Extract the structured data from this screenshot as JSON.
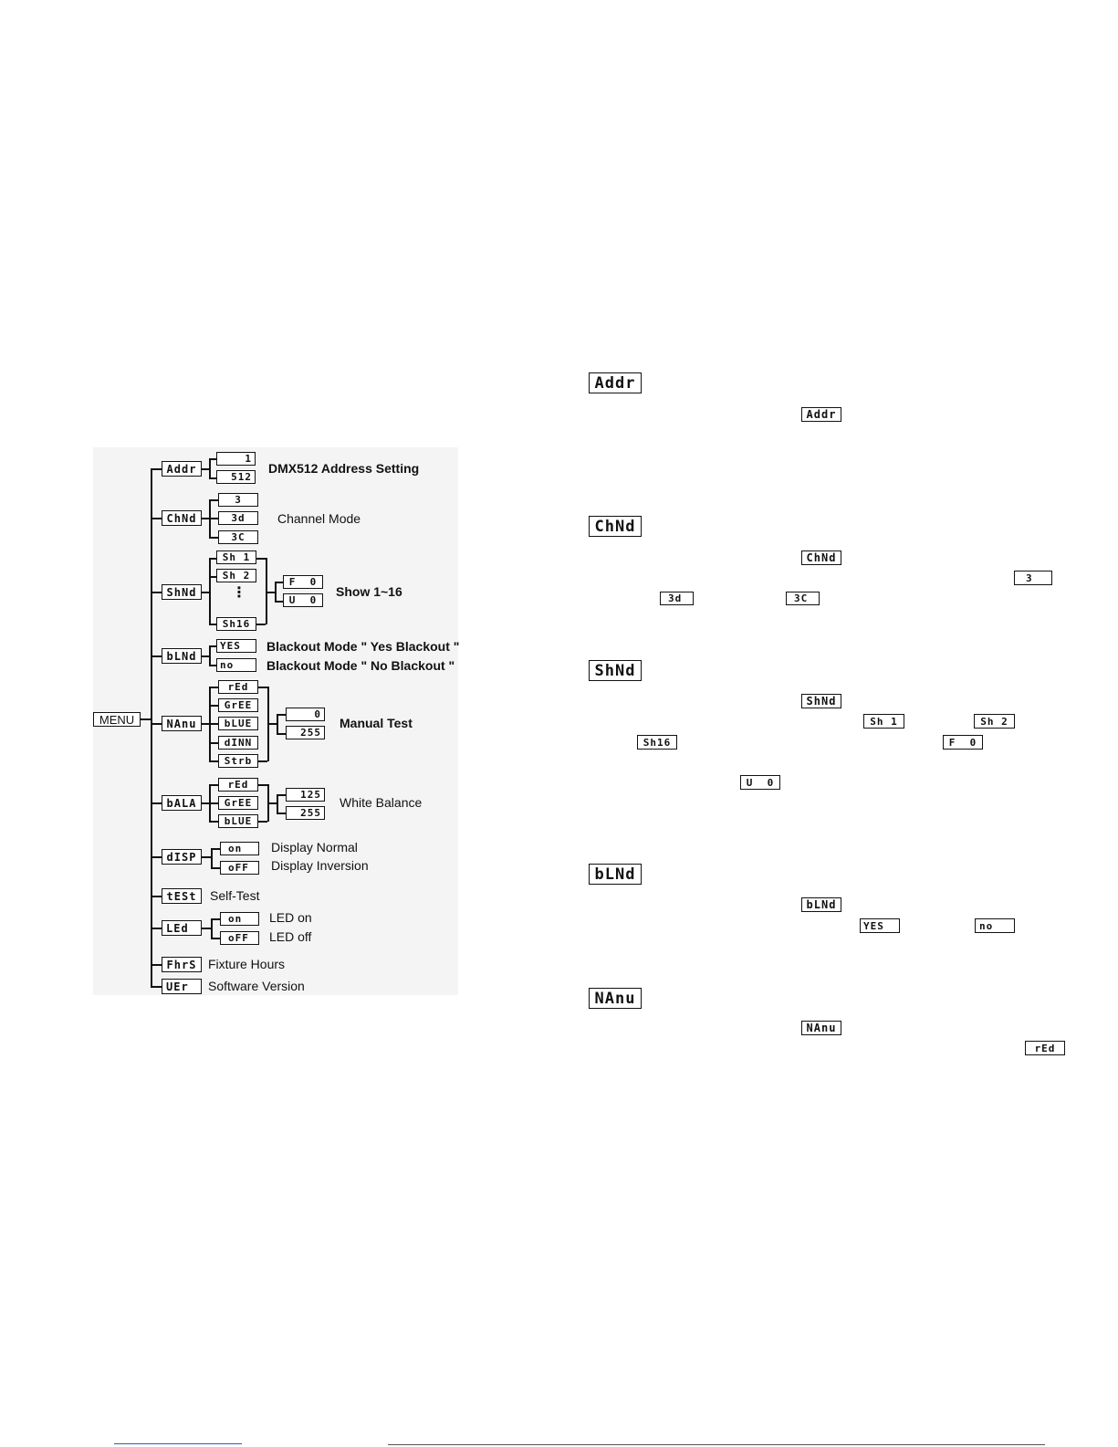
{
  "menu": {
    "label": "MENU"
  },
  "tree": [
    {
      "lcd": "Addr",
      "options": [
        "1",
        "512"
      ],
      "label": "DMX512 Address Setting"
    },
    {
      "lcd": "ChNd",
      "options": [
        "3",
        "3d",
        "3C"
      ],
      "label": "Channel Mode"
    },
    {
      "lcd": "ShNd",
      "options": [
        "Sh 1",
        "Sh 2",
        "Sh16"
      ],
      "ellipsis": "⋮",
      "sub_options": [
        "F  0",
        "U  0"
      ],
      "label": "Show 1~16"
    },
    {
      "lcd": "bLNd",
      "options": [
        "YES",
        "no"
      ],
      "labels": [
        "Blackout Mode \" Yes Blackout \"",
        "Blackout Mode \" No Blackout \""
      ]
    },
    {
      "lcd": "NAnu",
      "options": [
        "rEd",
        "GrEE",
        "bLUE",
        "dINN",
        "Strb"
      ],
      "sub_options": [
        "0",
        "255"
      ],
      "label": "Manual Test"
    },
    {
      "lcd": "bALA",
      "options": [
        "rEd",
        "GrEE",
        "bLUE"
      ],
      "sub_options": [
        "125",
        "255"
      ],
      "label": "White Balance"
    },
    {
      "lcd": "dISP",
      "options": [
        "on",
        "oFF"
      ],
      "labels": [
        "Display Normal",
        "Display Inversion"
      ]
    },
    {
      "lcd": "tESt",
      "label": "Self-Test"
    },
    {
      "lcd": "LEd",
      "options": [
        "on",
        "oFF"
      ],
      "labels": [
        "LED on",
        "LED off"
      ]
    },
    {
      "lcd": "FhrS",
      "label": "Fixture Hours"
    },
    {
      "lcd": "UEr",
      "label": "Software Version"
    }
  ],
  "right_lcds": {
    "addr_head": "Addr",
    "addr_inline": "Addr",
    "chnd_head": "ChNd",
    "chnd_inline": "ChNd",
    "chnd_3": "3",
    "chnd_3d": "3d",
    "chnd_3c": "3C",
    "shnd_head": "ShNd",
    "shnd_inline": "ShNd",
    "shnd_sh1": "Sh 1",
    "shnd_sh2": "Sh 2",
    "shnd_sh16": "Sh16",
    "shnd_f0": "F  0",
    "shnd_u0": "U  0",
    "blnd_head": "bLNd",
    "blnd_inline": "bLNd",
    "blnd_yes": "YES",
    "blnd_no": "no",
    "manu_head": "NAnu",
    "manu_inline": "NAnu",
    "manu_red": "rEd"
  }
}
